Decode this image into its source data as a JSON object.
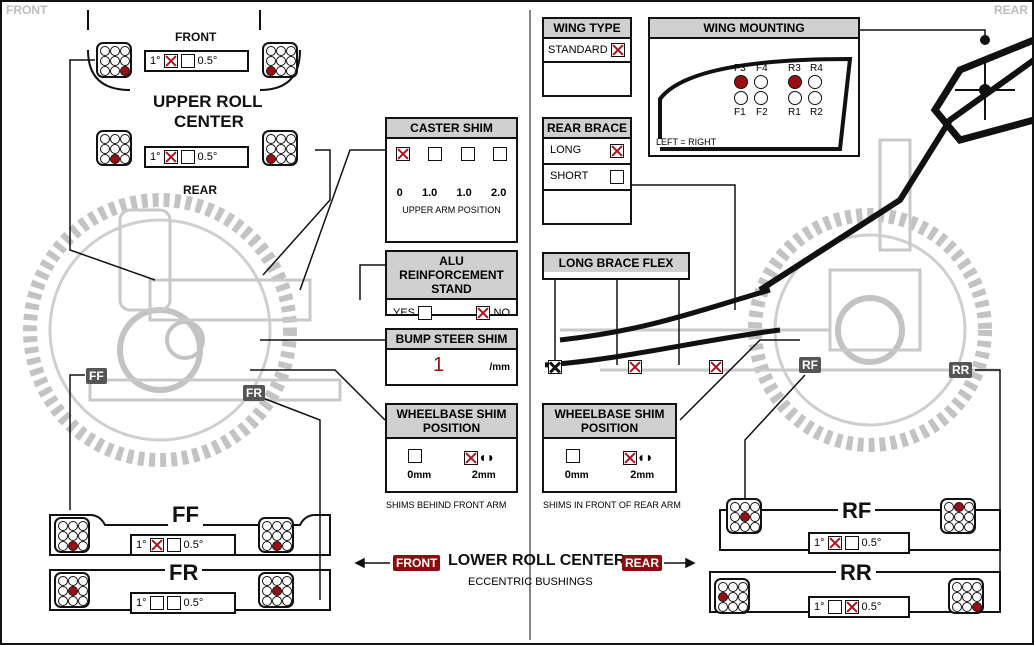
{
  "corners": {
    "front": "FRONT",
    "rear": "REAR"
  },
  "upper_rc": {
    "front_label": "FRONT",
    "title_line1": "UPPER ROLL",
    "title_line2": "CENTER",
    "rear_label": "REAR",
    "front_row": {
      "opt1": "1°",
      "opt2": "0.5°",
      "opt1_checked": true,
      "opt2_checked": false
    },
    "rear_row": {
      "opt1": "1°",
      "opt2": "0.5°",
      "opt1_checked": true,
      "opt2_checked": false
    }
  },
  "caster_shim": {
    "title": "CASTER SHIM",
    "values": [
      "0",
      "1.0",
      "1.0",
      "2.0"
    ],
    "checked_index": 0,
    "footer": "UPPER ARM POSITION"
  },
  "alu_stand": {
    "title": "ALU REINFORCEMENT STAND",
    "yes": "YES",
    "no": "NO",
    "yes_checked": false,
    "no_checked": true
  },
  "bump_steer": {
    "title": "BUMP STEER SHIM",
    "value": "1",
    "unit": "/mm"
  },
  "wheelbase_front": {
    "title": "WHEELBASE SHIM POSITION",
    "opt1": "0",
    "opt1_unit": "mm",
    "opt2": "2",
    "opt2_unit": "mm",
    "checked_index": 1,
    "footer": "SHIMS BEHIND FRONT ARM"
  },
  "wheelbase_rear": {
    "title": "WHEELBASE SHIM POSITION",
    "opt1": "0",
    "opt1_unit": "mm",
    "opt2": "2",
    "opt2_unit": "mm",
    "checked_index": 1,
    "footer": "SHIMS IN FRONT OF REAR ARM"
  },
  "wing_type": {
    "title": "WING TYPE",
    "standard": "STANDARD",
    "standard_checked": true
  },
  "wing_mounting": {
    "title": "WING MOUNTING",
    "holes": [
      "F3",
      "F4",
      "F1",
      "F2",
      "R3",
      "R4",
      "R1",
      "R2"
    ],
    "selected": [
      "F3",
      "R3"
    ],
    "note": "LEFT = RIGHT"
  },
  "rear_brace": {
    "title": "REAR BRACE",
    "long": "LONG",
    "short": "SHORT",
    "long_checked": true,
    "short_checked": false
  },
  "long_brace_flex": {
    "title": "LONG BRACE FLEX"
  },
  "lower_rc": {
    "front": "FRONT",
    "title": "LOWER ROLL CENTER",
    "rear": "REAR",
    "subtitle": "ECCENTRIC BUSHINGS"
  },
  "ff": {
    "label": "FF",
    "opt1": "1°",
    "opt2": "0.5°",
    "opt1_checked": true,
    "opt2_checked": false
  },
  "fr": {
    "label": "FR",
    "opt1": "1°",
    "opt2": "0.5°",
    "opt1_checked": false,
    "opt2_checked": false
  },
  "rf": {
    "label": "RF",
    "opt1": "1°",
    "opt2": "0.5°",
    "opt1_checked": true,
    "opt2_checked": false
  },
  "rr": {
    "label": "RR",
    "opt1": "1°",
    "opt2": "0.5°",
    "opt1_checked": false,
    "opt2_checked": true
  },
  "tags": {
    "ff": "FF",
    "fr": "FR",
    "rf": "RF",
    "rr": "RR"
  },
  "colors": {
    "accent": "#9b0d12",
    "header_gray": "#d0d0d0",
    "line": "#111111"
  }
}
